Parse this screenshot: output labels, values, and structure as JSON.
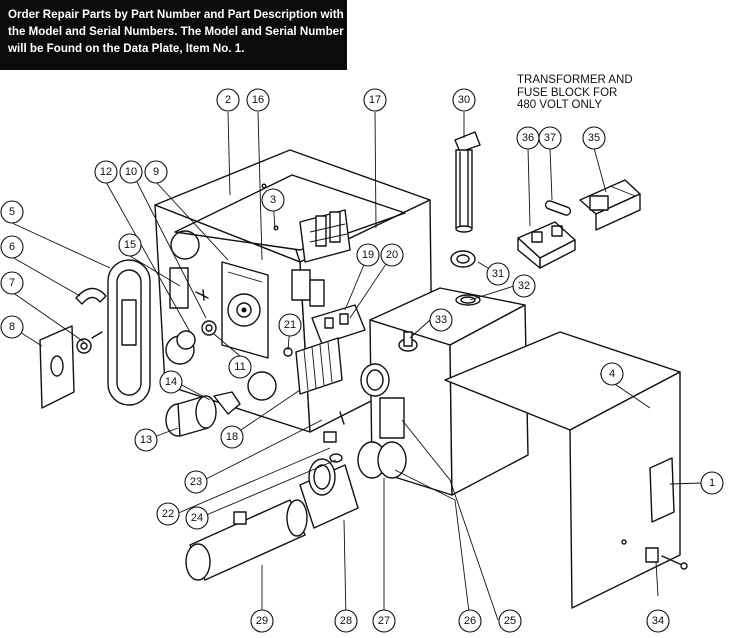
{
  "notice_lines": [
    "Order Repair Parts by Part Number and Part Description with",
    "the Model and Serial Numbers. The Model and Serial Number",
    "will be Found on the Data Plate, Item No. 1."
  ],
  "kit_note_lines": [
    "TRANSFORMER AND",
    "FUSE BLOCK FOR",
    "480 VOLT ONLY"
  ],
  "callouts": [
    "1",
    "2",
    "3",
    "4",
    "5",
    "6",
    "7",
    "8",
    "9",
    "10",
    "11",
    "12",
    "13",
    "14",
    "15",
    "16",
    "17",
    "19",
    "20",
    "21",
    "22",
    "23",
    "24",
    "25",
    "26",
    "27",
    "28",
    "29",
    "30",
    "31",
    "32",
    "33",
    "34",
    "35",
    "36",
    "37",
    "18"
  ],
  "icons": [
    "control-box",
    "front-panel",
    "gasket-oval",
    "sight-glass",
    "top-cover",
    "heating-element",
    "transformer",
    "fuse-block",
    "pipe-nipple",
    "coupling",
    "relief-valve"
  ]
}
